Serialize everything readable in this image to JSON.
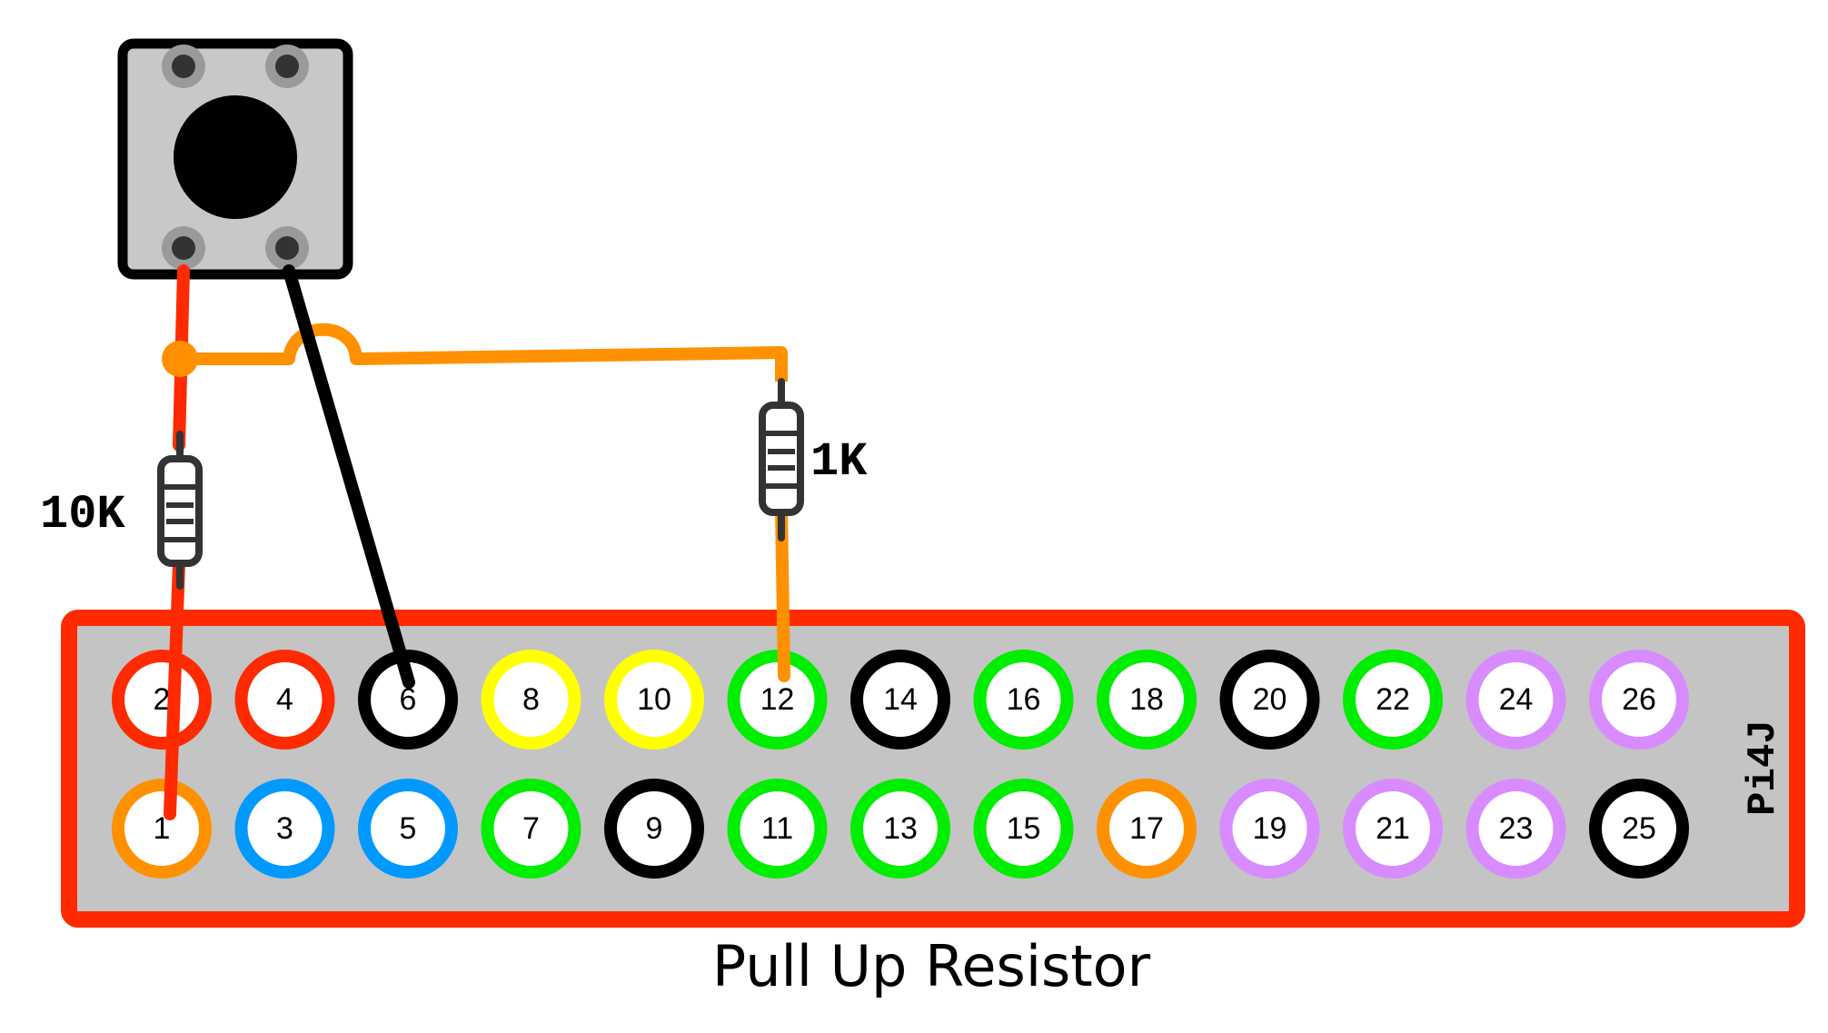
{
  "caption": "Pull Up Resistor",
  "header_brand": "Pi4J",
  "resistors": {
    "r_10k_label": "10K",
    "r_1k_label": "1K"
  },
  "colors": {
    "board_border": "#ff2a00",
    "board_fill": "#c4c4c4",
    "wire_red": "#ff2a00",
    "wire_black": "#000000",
    "wire_orange": "#ff9100",
    "button_fill": "#c8c8c8",
    "power": "#ff2a00",
    "ground": "#000000",
    "supply_3v3": "#ff9100",
    "i2c": "#0099ff",
    "gpio": "#00ee00",
    "uart": "#ffff00",
    "spi": "#d88bff"
  },
  "header": {
    "top_row": [
      {
        "label": "2",
        "kind": "power"
      },
      {
        "label": "4",
        "kind": "power"
      },
      {
        "label": "6",
        "kind": "ground"
      },
      {
        "label": "8",
        "kind": "uart"
      },
      {
        "label": "10",
        "kind": "uart"
      },
      {
        "label": "12",
        "kind": "gpio"
      },
      {
        "label": "14",
        "kind": "ground"
      },
      {
        "label": "16",
        "kind": "gpio"
      },
      {
        "label": "18",
        "kind": "gpio"
      },
      {
        "label": "20",
        "kind": "ground"
      },
      {
        "label": "22",
        "kind": "gpio"
      },
      {
        "label": "24",
        "kind": "spi"
      },
      {
        "label": "26",
        "kind": "spi"
      }
    ],
    "bottom_row": [
      {
        "label": "1",
        "kind": "supply_3v3"
      },
      {
        "label": "3",
        "kind": "i2c"
      },
      {
        "label": "5",
        "kind": "i2c"
      },
      {
        "label": "7",
        "kind": "gpio"
      },
      {
        "label": "9",
        "kind": "ground"
      },
      {
        "label": "11",
        "kind": "gpio"
      },
      {
        "label": "13",
        "kind": "gpio"
      },
      {
        "label": "15",
        "kind": "gpio"
      },
      {
        "label": "17",
        "kind": "supply_3v3"
      },
      {
        "label": "19",
        "kind": "spi"
      },
      {
        "label": "21",
        "kind": "spi"
      },
      {
        "label": "23",
        "kind": "spi"
      },
      {
        "label": "25",
        "kind": "ground"
      }
    ]
  }
}
